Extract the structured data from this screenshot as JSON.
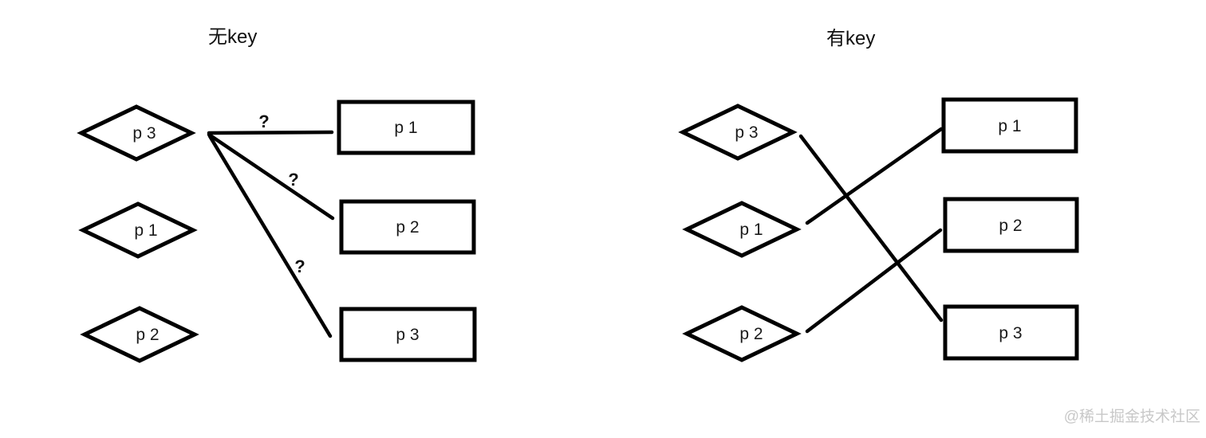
{
  "colors": {
    "stroke": "#000000",
    "text": "#1a1a1a",
    "background": "#ffffff",
    "watermark": "#c8c8c8"
  },
  "left": {
    "title": "无key",
    "old_nodes": [
      {
        "shape": "diamond",
        "label": "p 3"
      },
      {
        "shape": "diamond",
        "label": "p 1"
      },
      {
        "shape": "diamond",
        "label": "p 2"
      }
    ],
    "new_nodes": [
      {
        "shape": "rect",
        "label": "p 1"
      },
      {
        "shape": "rect",
        "label": "p 2"
      },
      {
        "shape": "rect",
        "label": "p 3"
      }
    ],
    "edges": [
      {
        "from": "p 3",
        "to": "p 1",
        "label": "?"
      },
      {
        "from": "p 3",
        "to": "p 2",
        "label": "?"
      },
      {
        "from": "p 3",
        "to": "p 3",
        "label": "?"
      }
    ]
  },
  "right": {
    "title": "有key",
    "old_nodes": [
      {
        "shape": "diamond",
        "label": "p 3"
      },
      {
        "shape": "diamond",
        "label": "p 1"
      },
      {
        "shape": "diamond",
        "label": "p 2"
      }
    ],
    "new_nodes": [
      {
        "shape": "rect",
        "label": "p 1"
      },
      {
        "shape": "rect",
        "label": "p 2"
      },
      {
        "shape": "rect",
        "label": "p 3"
      }
    ],
    "edges": [
      {
        "from": "p 3",
        "to": "p 3"
      },
      {
        "from": "p 1",
        "to": "p 1"
      },
      {
        "from": "p 2",
        "to": "p 2"
      }
    ]
  },
  "watermark": "@稀土掘金技术社区"
}
